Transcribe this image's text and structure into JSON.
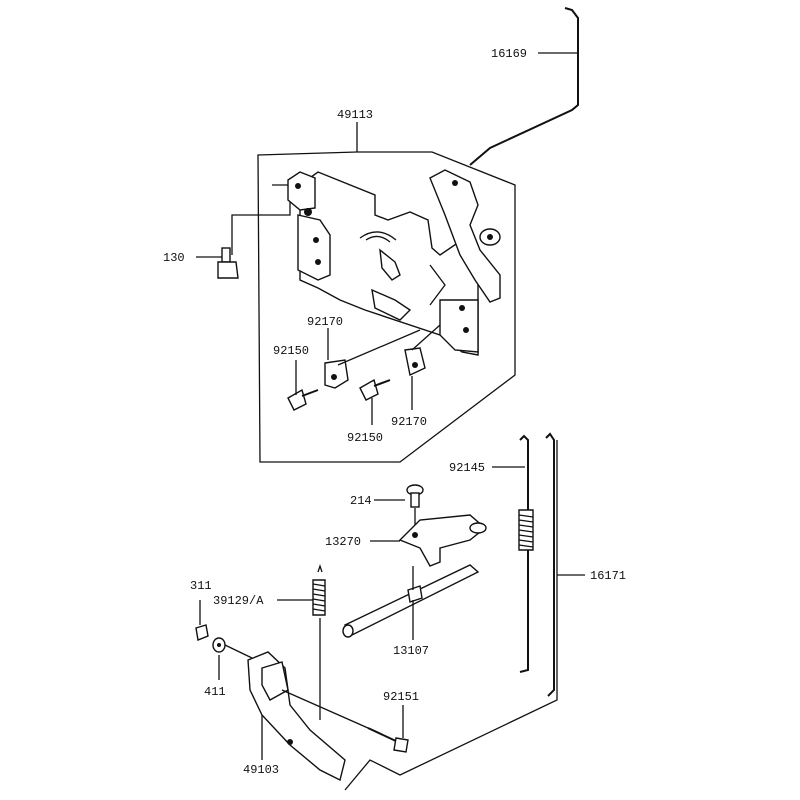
{
  "callouts": {
    "p16169": "16169",
    "p49113": "49113",
    "p130": "130",
    "p92170a": "92170",
    "p92150a": "92150",
    "p92150b": "92150",
    "p92170b": "92170",
    "p92145": "92145",
    "p214": "214",
    "p13270": "13270",
    "p16171": "16171",
    "p311": "311",
    "p39129": "39129/A",
    "p13107": "13107",
    "p411": "411",
    "p92151": "92151",
    "p49103": "49103"
  }
}
